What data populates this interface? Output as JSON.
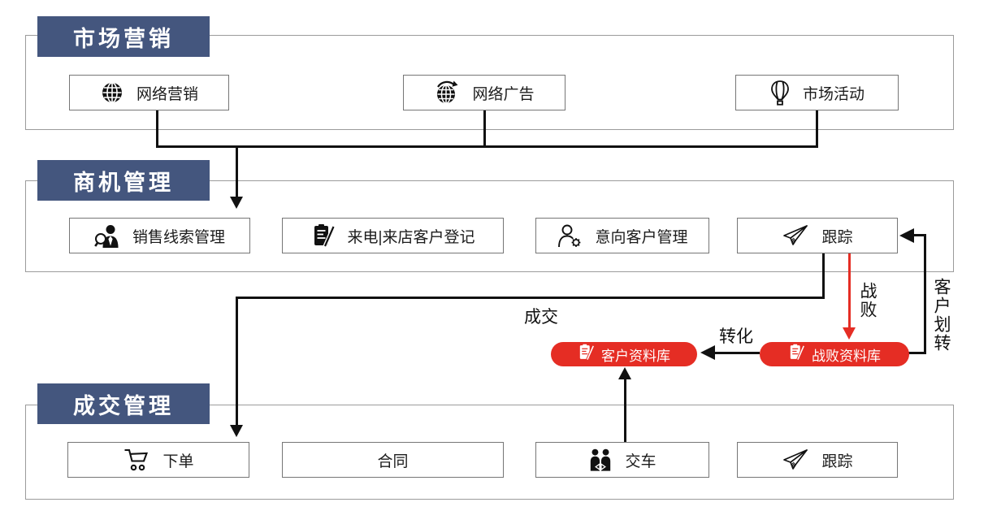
{
  "colors": {
    "header_bg": "#44567E",
    "accent_red": "#E52D24",
    "line": "#111111",
    "box_border": "#767676",
    "container_border": "#9B9B9B"
  },
  "sections": [
    {
      "title": "市场营销",
      "items": [
        {
          "label": "网络营销",
          "icon": "globe-solid-icon"
        },
        {
          "label": "网络广告",
          "icon": "globe-refresh-icon"
        },
        {
          "label": "市场活动",
          "icon": "hot-air-balloon-icon"
        }
      ]
    },
    {
      "title": "商机管理",
      "items": [
        {
          "label": "销售线索管理",
          "icon": "person-magnifier-icon"
        },
        {
          "label": "来电|来店客户登记",
          "icon": "clipboard-pen-icon"
        },
        {
          "label": "意向客户管理",
          "icon": "person-gear-icon"
        },
        {
          "label": "跟踪",
          "icon": "paper-plane-icon"
        }
      ]
    },
    {
      "title": "成交管理",
      "items": [
        {
          "label": "下单",
          "icon": "shopping-cart-icon"
        },
        {
          "label": "合同",
          "icon": ""
        },
        {
          "label": "交车",
          "icon": "people-exchange-icon"
        },
        {
          "label": "跟踪",
          "icon": "paper-plane-icon"
        }
      ]
    }
  ],
  "databases": [
    {
      "label": "客户资料库",
      "icon": "clipboard-pen-icon"
    },
    {
      "label": "战败资料库",
      "icon": "clipboard-pen-icon"
    }
  ],
  "edge_labels": {
    "success": "成交",
    "lost": "战败",
    "convert": "转化",
    "transfer": "客户划转"
  }
}
